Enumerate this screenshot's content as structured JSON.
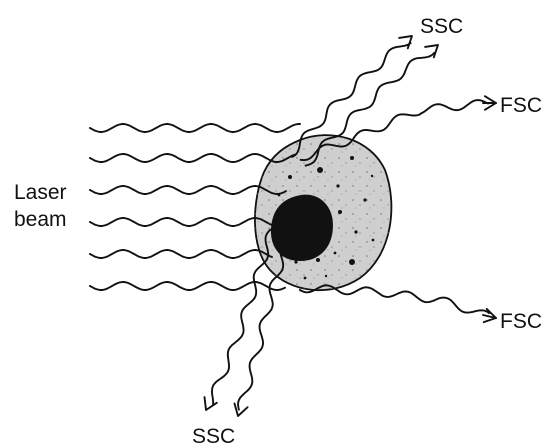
{
  "labels": {
    "laser_line1": "Laser",
    "laser_line2": "beam",
    "ssc_top": "SSC",
    "ssc_bottom": "SSC",
    "fsc_top": "FSC",
    "fsc_bottom": "FSC"
  },
  "colors": {
    "stroke": "#111111",
    "cytoplasm": "#cfcfcf",
    "nucleus": "#111111",
    "background": "#ffffff"
  }
}
